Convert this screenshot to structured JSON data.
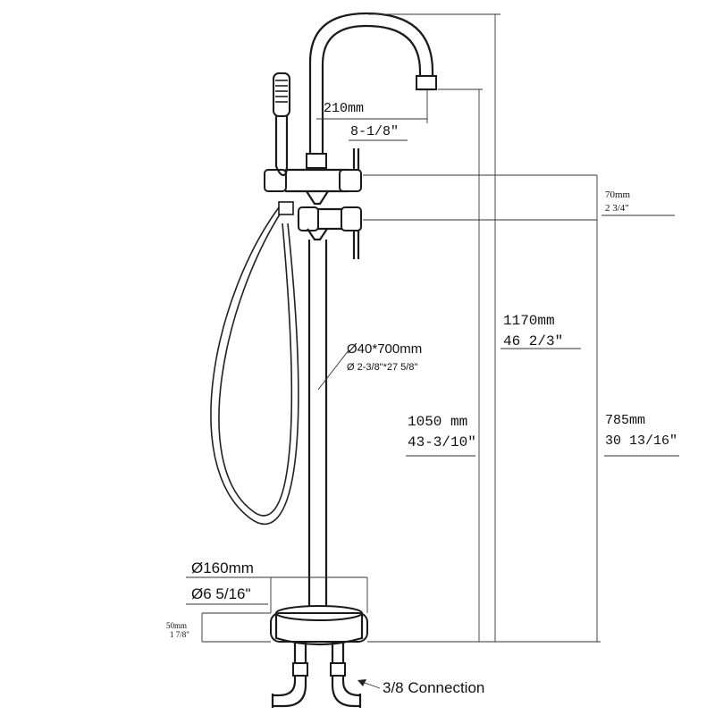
{
  "dimensions": {
    "spout_reach": {
      "metric": "210mm",
      "imperial": "8-1/8\""
    },
    "handle_spacing": {
      "metric": "70mm",
      "imperial": "2 3/4\""
    },
    "total_height": {
      "metric": "1170mm",
      "imperial": "46 2/3\""
    },
    "column_size": {
      "metric": "Ø40*700mm",
      "imperial": "Ø 2-3/8\"*27 5/8\""
    },
    "spout_height": {
      "metric": "1050 mm",
      "imperial": "43-3/10\""
    },
    "handle_height": {
      "metric": "785mm",
      "imperial": "30 13/16\""
    },
    "base_diameter": {
      "metric": "Ø160mm",
      "imperial": "Ø6 5/16\""
    },
    "base_height": {
      "metric": "50mm",
      "imperial": "1 7/8\""
    }
  },
  "connection_label": "3/8 Connection"
}
